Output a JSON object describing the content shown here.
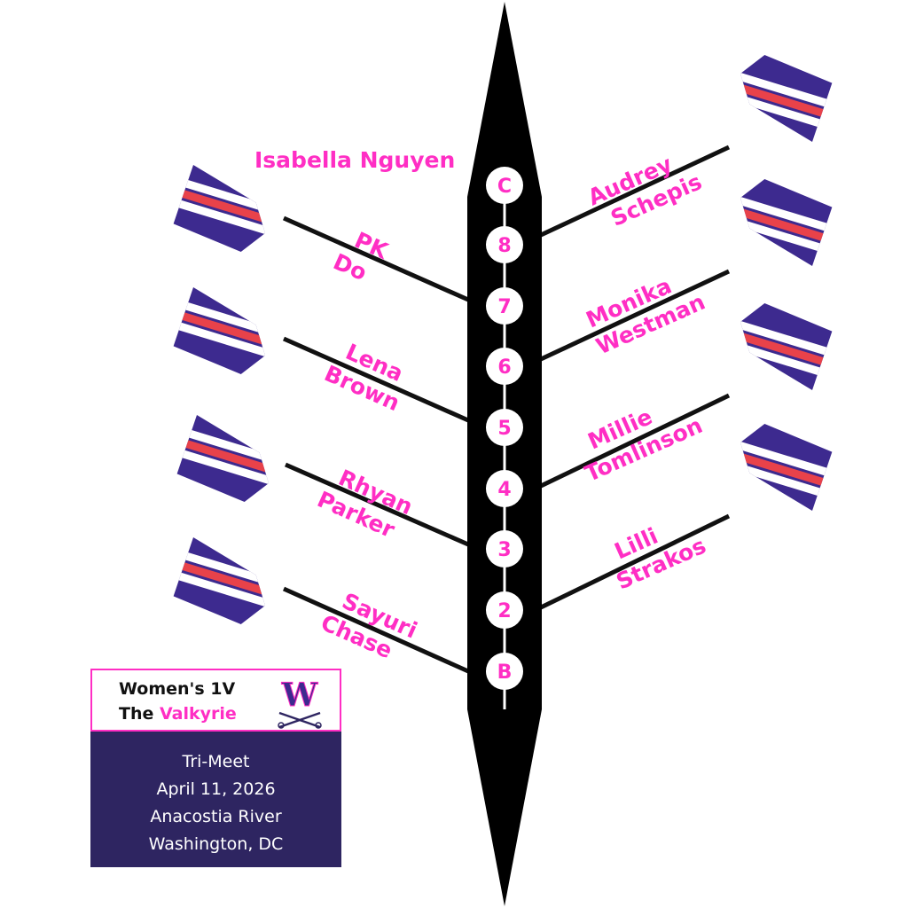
{
  "colors": {
    "accent": "#ff2ec4",
    "hull": "#000000",
    "blade_purple": "#3d2a8f",
    "blade_red": "#e8424a",
    "card_bg": "#2e2561"
  },
  "seats": [
    "C",
    "8",
    "7",
    "6",
    "5",
    "4",
    "3",
    "2",
    "B"
  ],
  "rowers": {
    "coxswain": "Isabella Nguyen",
    "port": [
      {
        "first": "PK",
        "last": "Do"
      },
      {
        "first": "Lena",
        "last": "Brown"
      },
      {
        "first": "Rhyan",
        "last": "Parker"
      },
      {
        "first": "Sayuri",
        "last": "Chase"
      }
    ],
    "starboard": [
      {
        "first": "Audrey",
        "last": "Schepis"
      },
      {
        "first": "Monika",
        "last": "Westman"
      },
      {
        "first": "Millie",
        "last": "Tomlinson"
      },
      {
        "first": "Lilli",
        "last": "Strakos"
      }
    ]
  },
  "card": {
    "title": "Women's 1V",
    "boat_prefix": "The",
    "boat_name": "Valkyrie",
    "logo_letter": "W",
    "event_lines": [
      "Tri-Meet",
      "April 11, 2026",
      "Anacostia River",
      "Washington, DC"
    ]
  }
}
